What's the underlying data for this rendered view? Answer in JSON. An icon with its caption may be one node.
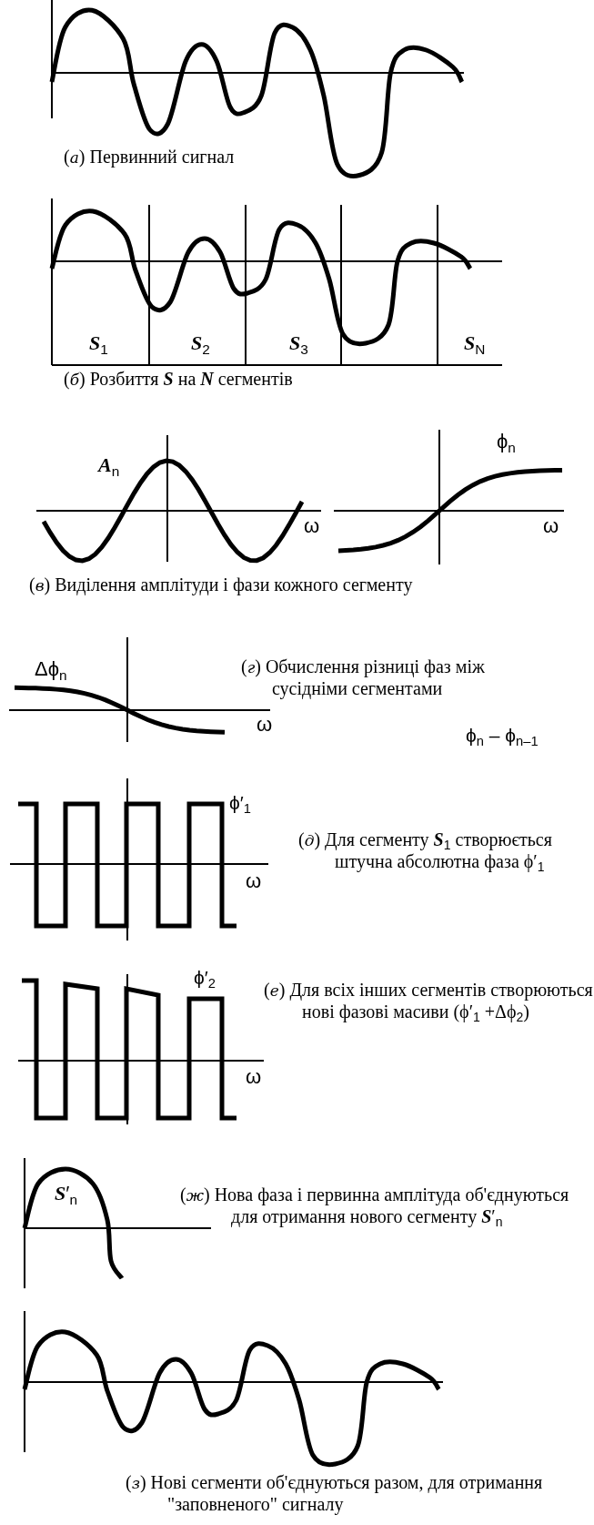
{
  "diagram": {
    "labels": [
      "(*а*)  Первинний сигнал",
      "**S**$_{1}$",
      "**S**$_{2}$",
      "**S**$_{3}$",
      "**S**$_{N}$",
      "(*б*)  Розбиття **S**  на **N** сегментів",
      "**A**$_{n}$",
      "ω",
      "ϕ$_{n}$",
      "ω",
      "(*в*)  Виділення амплітуди і фази кожного сегменту",
      "Δϕ$_{n}$",
      "ω",
      "(*г*)  Обчислення різниці фаз між сусідніми сегментами",
      "ϕ$_{n}$ – ϕ$_{n–1}$",
      "ϕ′$_{1}$",
      "ω",
      "(*д*)  Для сегменту **S**$_{1}$ створюється штучна абсолютна фаза ϕ′$_{1}$",
      "ϕ′$_{2}$",
      "ω",
      "(*е*)  Для всіх інших сегментів створюються нові фазові масиви  (ϕ′$_{1}$ +Δϕ$_{2}$)",
      "**S**′$_{n}$",
      "(*ж*)  Нова фаза і первинна амплітуда об'єднуються для отримання нового сегменту **S**′$_{n}$",
      "(*з*)  Нові сегменти об'єднуються разом, для отримання \"заповненого\" сигналу"
    ]
  }
}
